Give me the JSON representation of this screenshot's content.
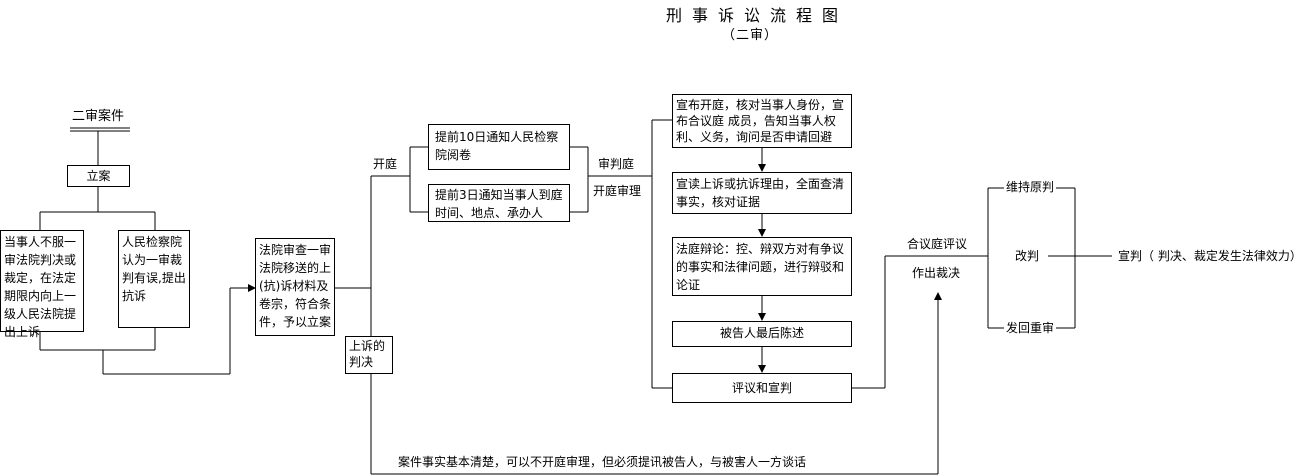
{
  "title": "刑事诉讼流程图",
  "subtitle": "（二审）",
  "nodes": {
    "case_heading": "二审案件",
    "filing": "立案",
    "party_appeal": "当事人不服一审法院判决或裁定，在法定期限内向上一级人民法院提出上诉",
    "procuratorate_protest": "人民检察院认为一审裁判有误,提出抗诉",
    "court_review": "法院审查一审法院移送的上(抗)诉材料及卷宗，符合条件，予以立案",
    "notify_procuratorate": "提前10日通知人民检察院阅卷",
    "notify_parties": "提前3日通知当事人到庭时间、地点、承办人",
    "open_court_announce": "宣布开庭，核对当事人身份，宣布合议庭 成员，告知当事人权利、义务，询问是否申请回避",
    "read_appeal": "宣读上诉或抗诉理由，全面查清事实，核对证据",
    "court_debate": "法庭辩论：控、辩双方对有争议的事实和法律问题，进行辩驳和论证",
    "final_statement": "被告人最后陈述",
    "deliberation": "评议和宣判",
    "appeal_verdict": "上诉的判决"
  },
  "labels": {
    "open_court": "开庭",
    "trial_court": "审判庭",
    "open_court_trial": "开庭审理",
    "panel_deliberation": "合议庭评议",
    "make_ruling": "作出裁决",
    "uphold": "维持原判",
    "amend": "改判",
    "remand": "发回重审",
    "pronounce": "宣判（ 判决、裁定发生法律效力）",
    "no_hearing": "案件事实基本清楚，可以不开庭审理，但必须提讯被告人，与被害人一方谈话"
  }
}
